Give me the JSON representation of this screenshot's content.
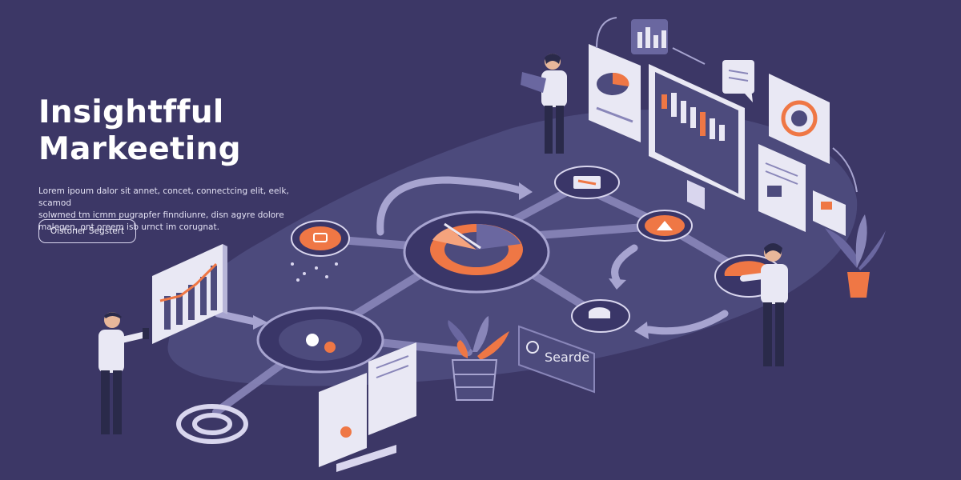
{
  "hero": {
    "headline_line1": "Insightfful",
    "headline_line2": "Markeeting",
    "body_line1": "Lorem ipoum dalor sit annet, concet, connectcing elit, eelk, scamod",
    "body_line2": "solwmed tm icmm pugrapfer finndiunre, disn agyre dolore",
    "body_line3": "malegen, ont oreem isb urnct im corugnat.",
    "cta_label": "Oistoner Segstert"
  },
  "scene": {
    "search_label": "Searde"
  },
  "colors": {
    "background": "#3c3766",
    "platform": "#4d4b7d",
    "accent": "#ef7745",
    "card": "#e9e8f4",
    "line": "#8986b9"
  }
}
